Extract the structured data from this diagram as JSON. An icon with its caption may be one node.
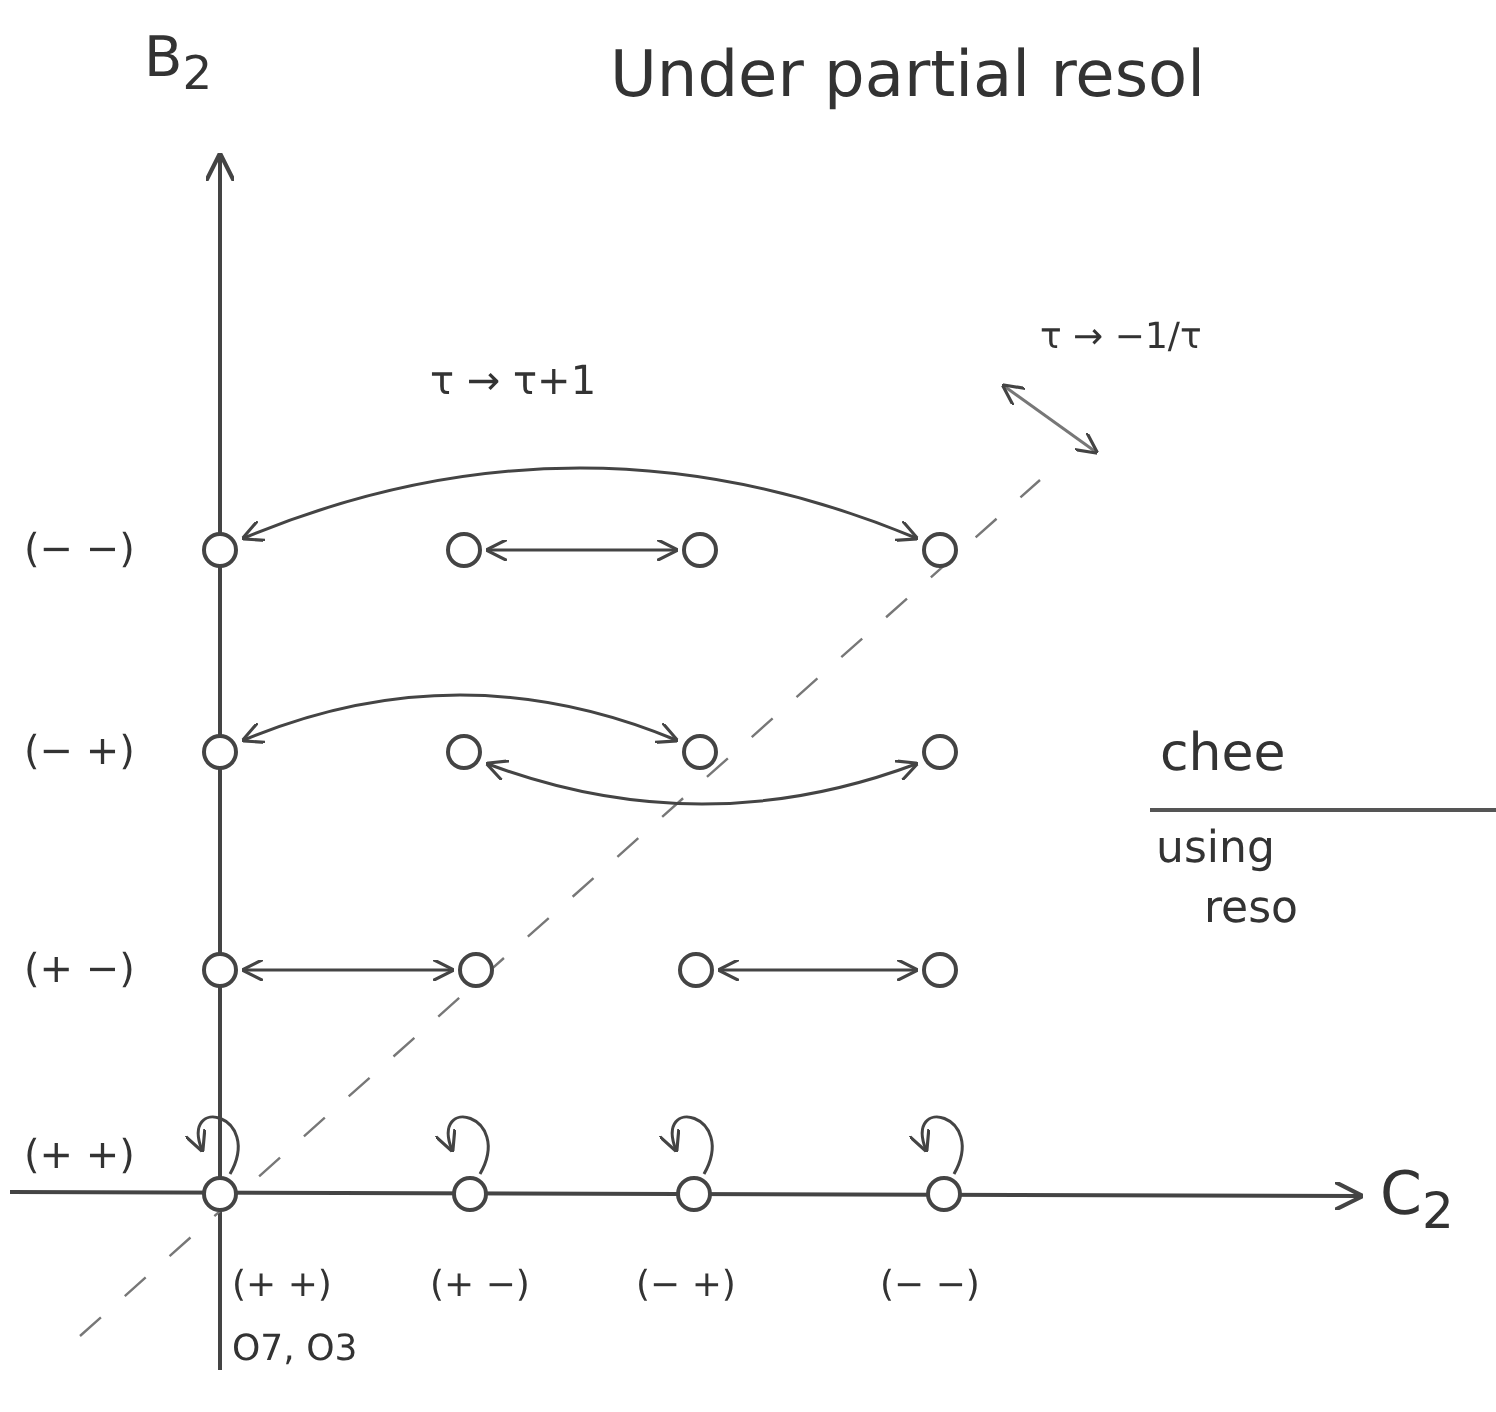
{
  "diagram": {
    "title": "Under partial resol",
    "nodes": [
      {
        "text": [],
        "shape": "circle"
      },
      {
        "text": [],
        "shape": "circle"
      },
      {
        "text": [],
        "shape": "circle"
      },
      {
        "text": [],
        "shape": "circle"
      },
      {
        "text": [],
        "shape": "circle"
      },
      {
        "text": [],
        "shape": "circle"
      },
      {
        "text": [],
        "shape": "circle"
      },
      {
        "text": [],
        "shape": "circle"
      },
      {
        "text": [],
        "shape": "circle"
      },
      {
        "text": [],
        "shape": "circle"
      },
      {
        "text": [],
        "shape": "circle"
      },
      {
        "text": [],
        "shape": "circle"
      },
      {
        "text": [],
        "shape": "circle"
      },
      {
        "text": [],
        "shape": "circle"
      },
      {
        "text": [],
        "shape": "circle"
      },
      {
        "text": [],
        "shape": "circle"
      }
    ],
    "edges": [
      {
        "from": 0,
        "to": 3,
        "arrow": "both",
        "label": "τ → τ+1"
      },
      {
        "from": 1,
        "to": 2,
        "arrow": "both"
      },
      {
        "from": 4,
        "to": 6,
        "arrow": "both"
      },
      {
        "from": 5,
        "to": 7,
        "arrow": "both"
      },
      {
        "from": 8,
        "to": 9,
        "arrow": "both"
      },
      {
        "from": 10,
        "to": 11,
        "arrow": "both"
      },
      {
        "from": 12,
        "to": 12,
        "arrow": "to"
      },
      {
        "from": 13,
        "to": 13,
        "arrow": "to"
      },
      {
        "from": 14,
        "to": 14,
        "arrow": "to"
      },
      {
        "from": 15,
        "to": 15,
        "arrow": "to"
      }
    ],
    "labels": [
      "B$_{2}$",
      "τ → −1/τ",
      "(− −)",
      "(− +)",
      "chee",
      "using",
      "reso",
      "(+ −)",
      "(+ +)",
      "C$_{2}$",
      "(+ +)",
      "(+ −)",
      "(− +)",
      "(− −)",
      "O7, O3"
    ]
  }
}
